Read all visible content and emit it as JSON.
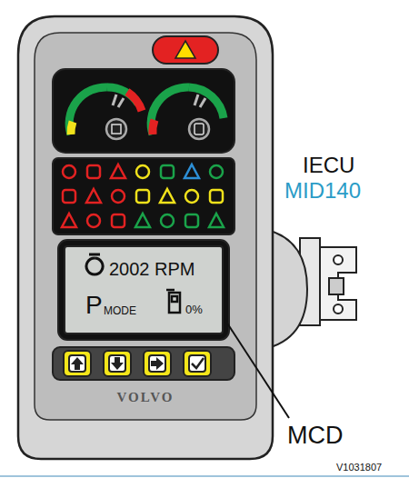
{
  "diagram": {
    "nodes": [
      {
        "text": [
          "2002 RPM",
          "P",
          "MODE",
          "0%"
        ]
      }
    ],
    "labels": [
      "IECU",
      "MID140",
      "VOLVO",
      "MCD",
      "V1031807"
    ]
  }
}
